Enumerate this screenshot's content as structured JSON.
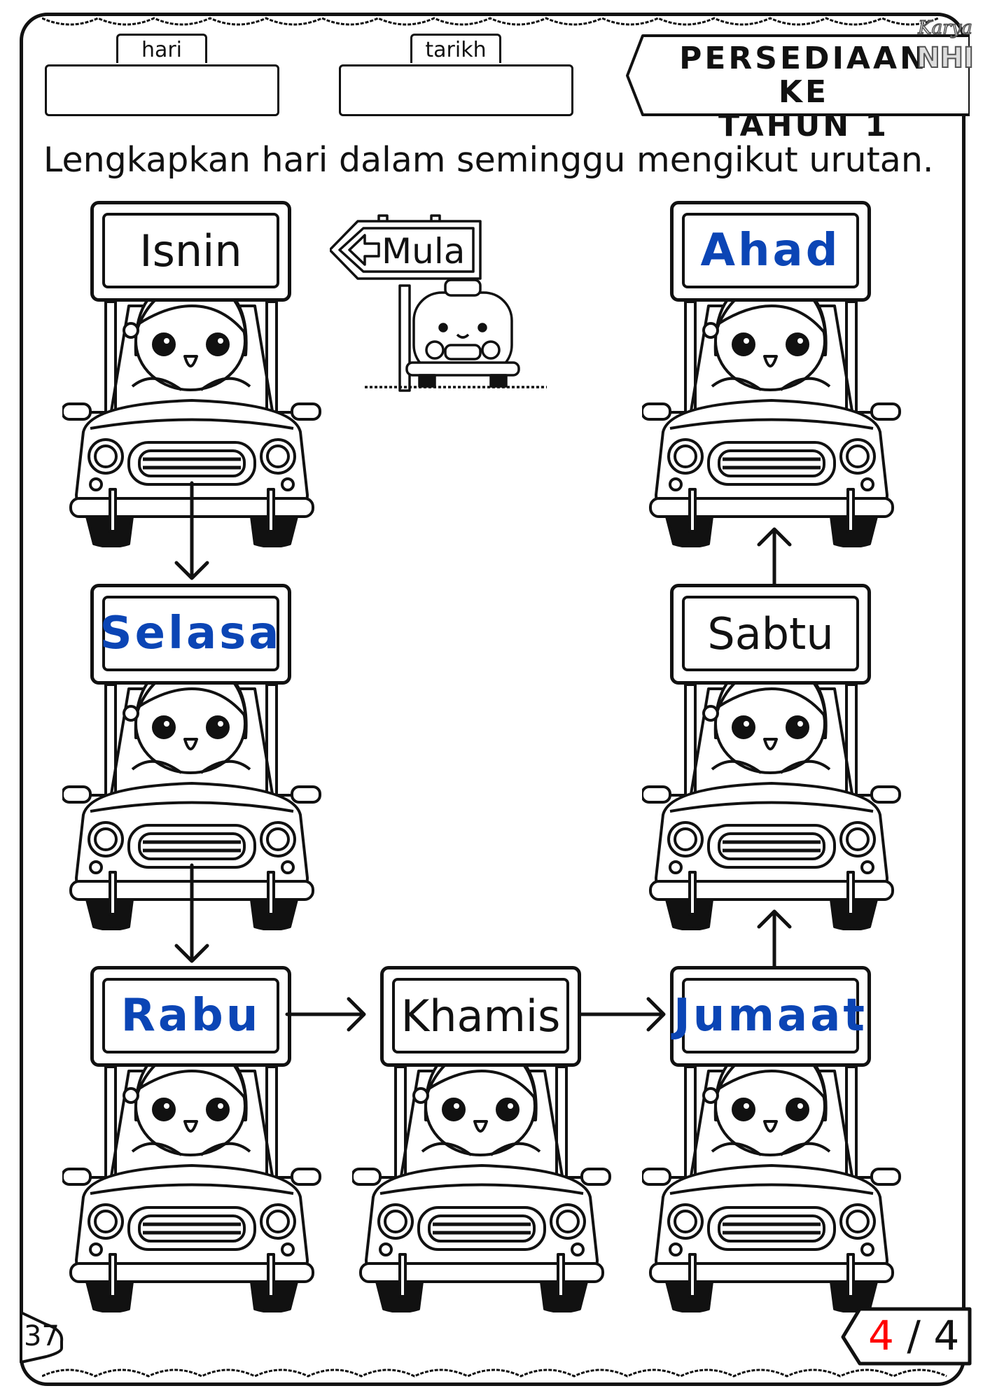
{
  "header": {
    "day_label": "hari",
    "date_label": "tarikh",
    "day_value": "",
    "date_value": "",
    "title_line1": "PERSEDIAAN KE",
    "title_line2": "TAHUN 1",
    "logo_text": "Karya NHI"
  },
  "instruction": "Lengkapkan hari dalam seminggu mengikut urutan.",
  "start_sign": "Mula",
  "days": [
    {
      "label": "Isnin",
      "answer": false
    },
    {
      "label": "Selasa",
      "answer": true
    },
    {
      "label": "Rabu",
      "answer": true
    },
    {
      "label": "Khamis",
      "answer": false
    },
    {
      "label": "Jumaat",
      "answer": true
    },
    {
      "label": "Sabtu",
      "answer": false
    },
    {
      "label": "Ahad",
      "answer": true
    }
  ],
  "footer": {
    "page_number": "37",
    "part_current": "4",
    "part_separator": "/",
    "part_total": "4"
  },
  "colors": {
    "answer": "#0b45b5",
    "part_current": "#ff0000",
    "ink": "#111111"
  }
}
